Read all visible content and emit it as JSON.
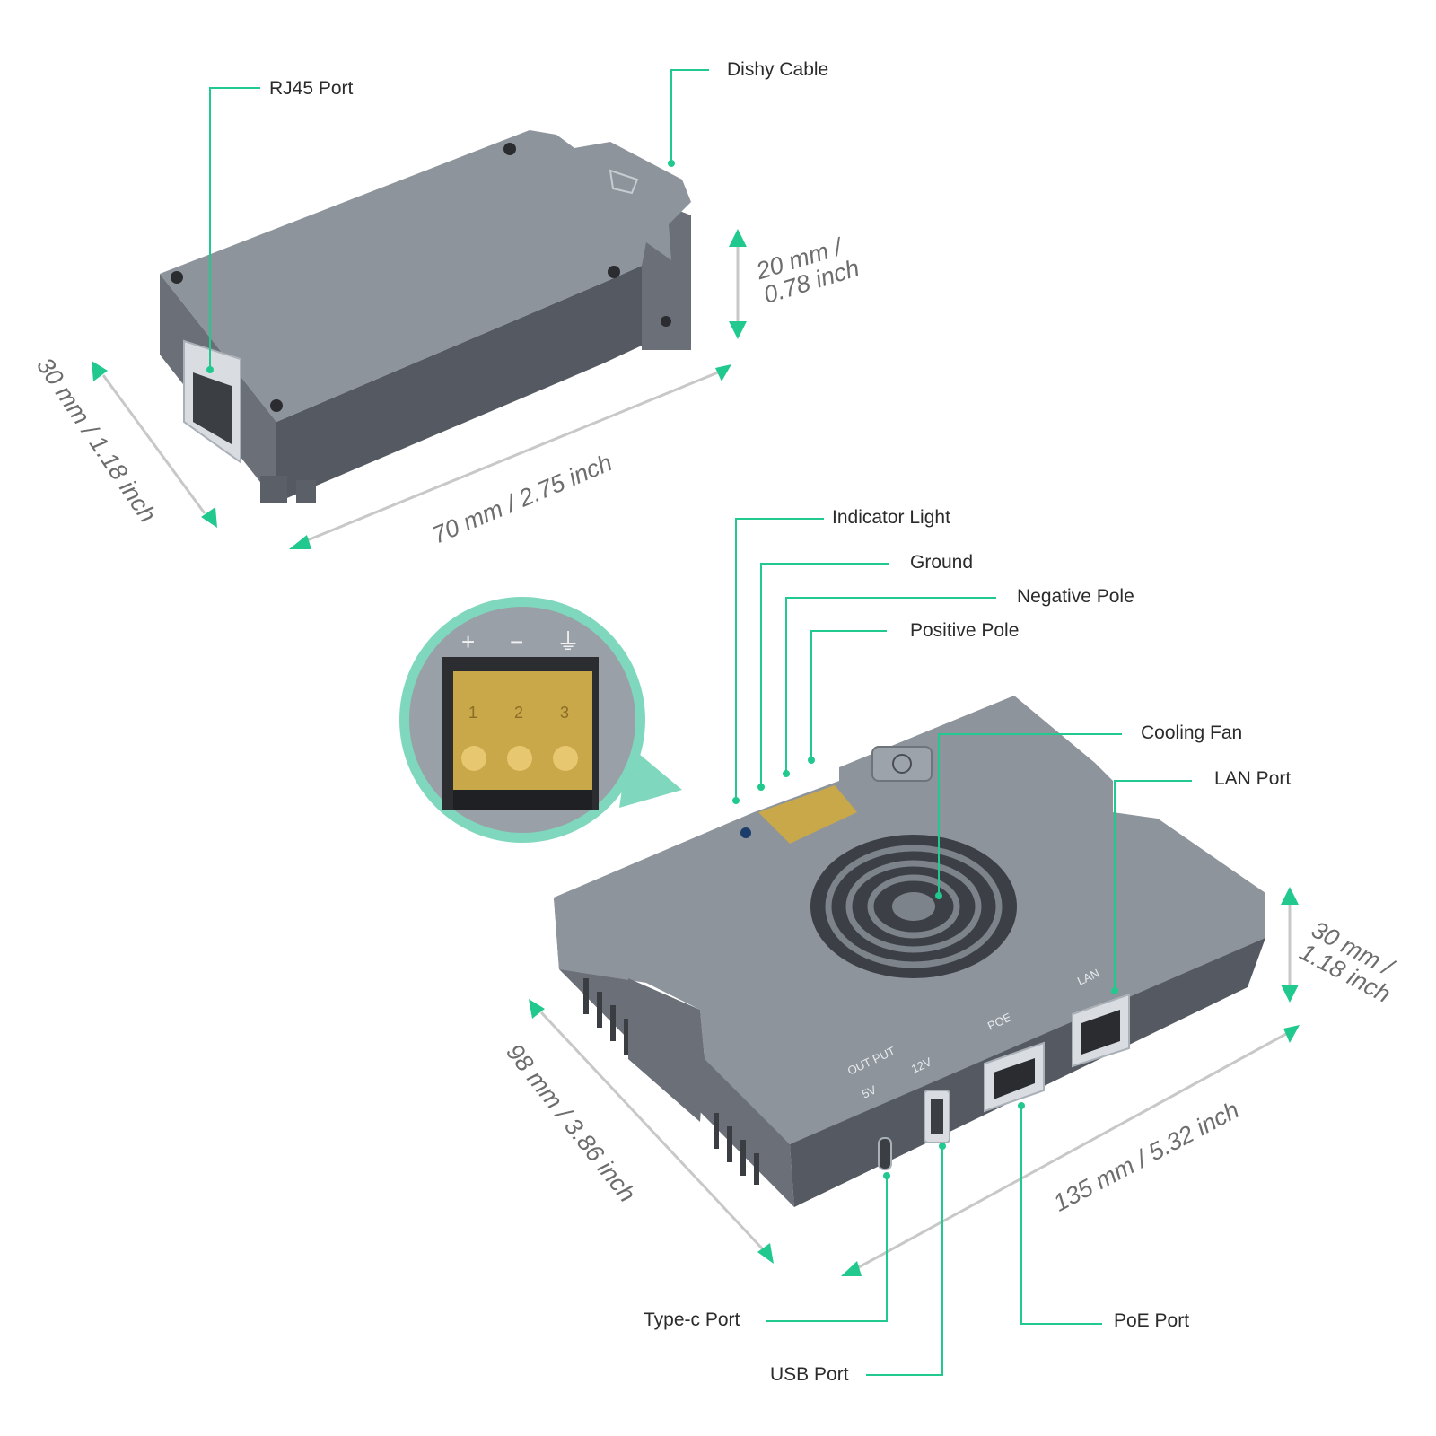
{
  "callouts": {
    "rj45_port": "RJ45 Port",
    "dishy_cable": "Dishy Cable",
    "indicator_light": "Indicator Light",
    "ground": "Ground",
    "negative_pole": "Negative Pole",
    "positive_pole": "Positive Pole",
    "cooling_fan": "Cooling Fan",
    "lan_port": "LAN Port",
    "type_c_port": "Type-c Port",
    "usb_port": "USB Port",
    "poe_port": "PoE Port"
  },
  "dimensions": {
    "small_height": "20 mm /\n0.78 inch",
    "small_depth": "30 mm / 1.18 inch",
    "small_length": "70 mm / 2.75 inch",
    "large_height": "30 mm /\n1.18 inch",
    "large_depth": "98 mm / 3.86 inch",
    "large_length": "135 mm / 5.32 inch"
  },
  "device_markings": {
    "lan": "LAN",
    "poe": "POE",
    "output": "OUT PUT",
    "five_v": "5V",
    "twelve_v": "12V",
    "terminal_symbols": [
      "+",
      "−",
      "⏚"
    ],
    "terminal_numbers": [
      "1",
      "2",
      "3"
    ]
  },
  "colors": {
    "accent": "#22c98f",
    "device_body": "#8e949c",
    "dimension_line": "#c8c8c8"
  }
}
